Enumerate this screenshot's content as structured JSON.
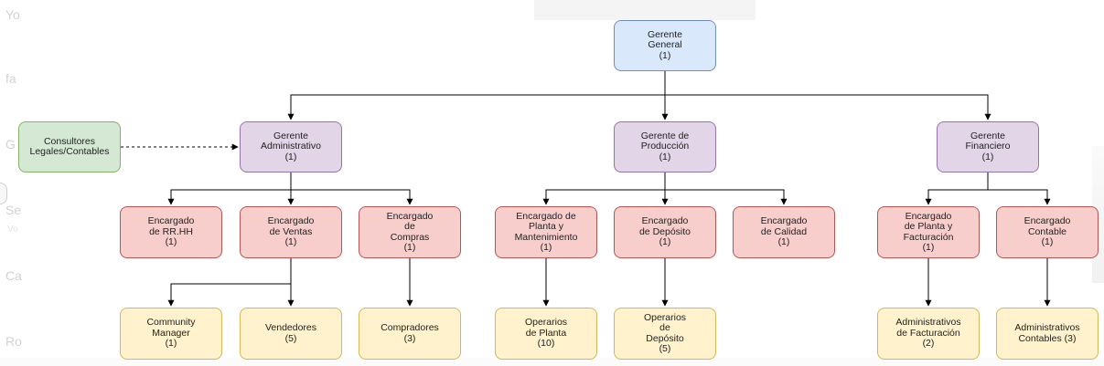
{
  "background": {
    "left_texts": [
      "Yo",
      "fa",
      "G",
      "Se",
      "Ca",
      "Ro"
    ],
    "left_subtexts": [
      "Vo"
    ]
  },
  "nodes": {
    "gerente_general": "Gerente\nGeneral\n(1)",
    "gerente_administrativo": "Gerente\nAdministrativo\n(1)",
    "gerente_produccion": "Gerente de\nProducción\n(1)",
    "gerente_financiero": "Gerente\nFinanciero\n(1)",
    "consultores": "Consultores\nLegales/Contables",
    "encargado_rrhh": "Encargado\nde RR.HH\n(1)",
    "encargado_ventas": "Encargado\nde Ventas\n(1)",
    "encargado_compras": "Encargado\nde\nCompras\n(1)",
    "encargado_planta_mant": "Encargado de\nPlanta y\nMantenimiento\n(1)",
    "encargado_deposito": "Encargado\nde Depósito\n(1)",
    "encargado_calidad": "Encargado\nde Calidad\n(1)",
    "encargado_planta_fact": "Encargado\nde Planta y\nFacturación\n(1)",
    "encargado_contable": "Encargado\nContable\n(1)",
    "community_manager": "Community\nManager\n(1)",
    "vendedores": "Vendedores\n(5)",
    "compradores": "Compradores\n(3)",
    "operarios_planta": "Operarios\nde Planta\n(10)",
    "operarios_deposito": "Operarios\nde\nDepósito\n(5)",
    "administrativos_facturacion": "Administrativos\nde Facturación\n(2)",
    "administrativos_contables": "Administrativos\nContables (3)"
  },
  "colors": {
    "blue_fill": "#dae8fc",
    "purple_fill": "#e1d5e7",
    "red_fill": "#f8cecc",
    "yellow_fill": "#fff2cc",
    "green_fill": "#d5e8d4",
    "connector": "#000000"
  }
}
